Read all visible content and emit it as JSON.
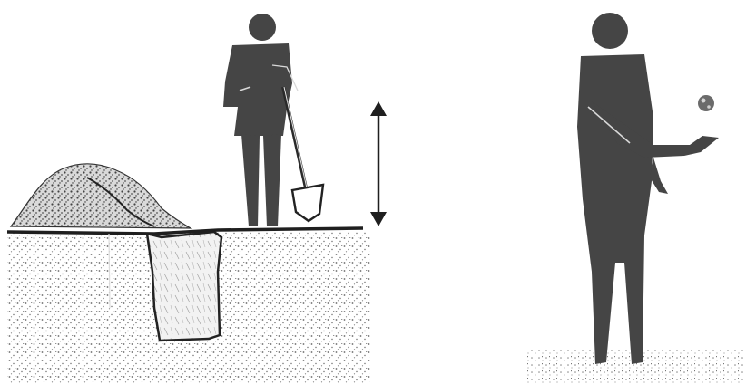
{
  "scene": {
    "background": "#ffffff",
    "ink": "#3a3a3a",
    "figure_fill": "#454545",
    "soil_ink": "#6a6a6a",
    "line_ink": "#1f1f1f",
    "illustrations": [
      {
        "name": "person-digging-hole",
        "depicts": [
          "person-figure",
          "shovel-icon",
          "soil-mound",
          "dug-hole",
          "ground-line",
          "vertical-double-arrow-icon"
        ]
      },
      {
        "name": "person-tossing-ball",
        "depicts": [
          "person-figure",
          "ball-icon",
          "ground-patch"
        ]
      }
    ]
  }
}
